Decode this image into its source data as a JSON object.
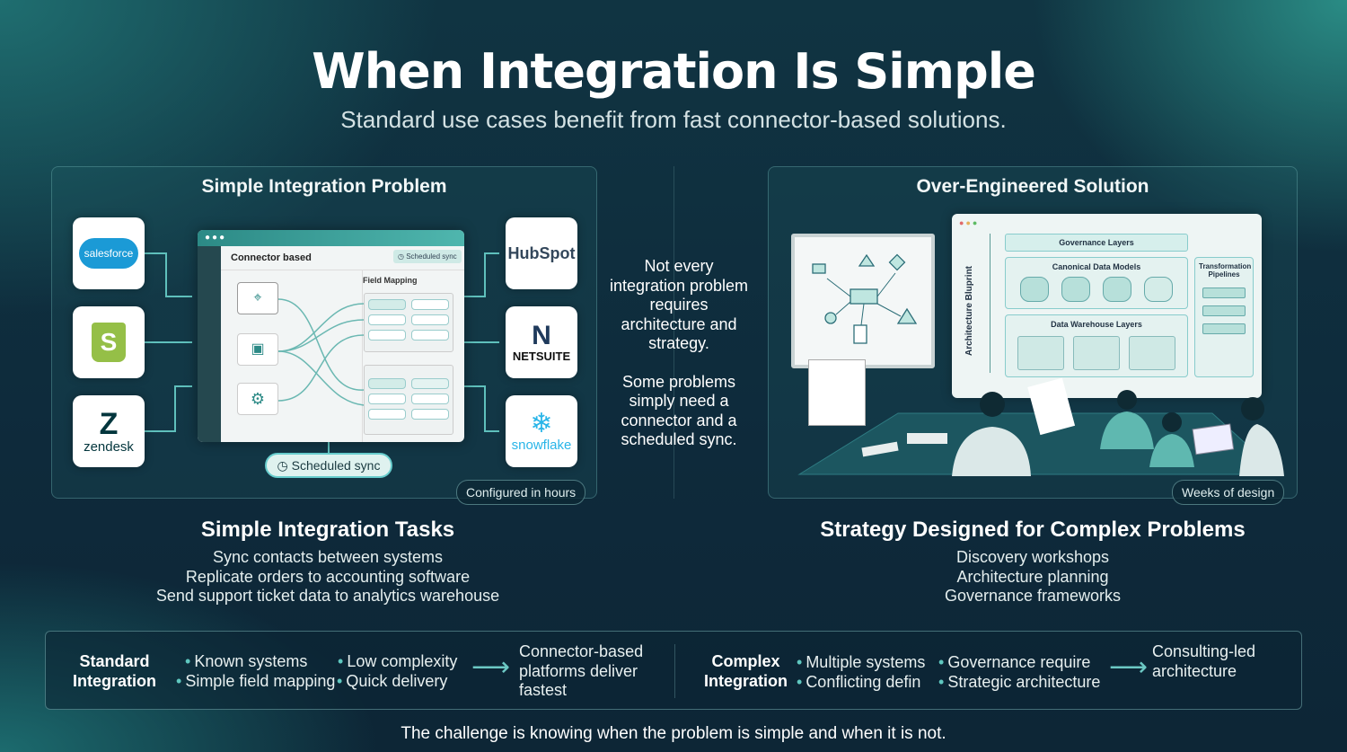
{
  "header": {
    "title": "When Integration Is Simple",
    "subtitle": "Standard use cases benefit from fast connector-based solutions."
  },
  "left_panel": {
    "title": "Simple Integration Problem",
    "sources": [
      "salesforce",
      "Shopify",
      "zendesk"
    ],
    "targets": [
      "HubSpot",
      "NETSUITE",
      "snowflake"
    ],
    "window": {
      "title": "Connector based",
      "sync_chip": "Scheduled sync",
      "field_mapping": "Field Mapping"
    },
    "sync_pill": "Scheduled sync",
    "badge": "Configured in hours"
  },
  "center": {
    "line1": "Not every integration problem requires architecture and strategy.",
    "line2": "Some problems simply need a connector and a scheduled sync."
  },
  "right_panel": {
    "title": "Over-Engineered Solution",
    "blueprint": {
      "side_label": "Architecture Bluprint",
      "governance": "Governance Layers",
      "canonical": "Canonical Data Models",
      "warehouse": "Data Warehouse Layers",
      "pipelines": "Transformation Pipelines"
    },
    "badge": "Weeks of design"
  },
  "left_section": {
    "heading": "Simple Integration Tasks",
    "items": [
      "Sync contacts between systems",
      "Replicate orders to accounting software",
      "Send support ticket data to analytics warehouse"
    ]
  },
  "right_section": {
    "heading": "Strategy Designed for Complex Problems",
    "items": [
      "Discovery workshops",
      "Architecture planning",
      "Governance frameworks"
    ]
  },
  "comparison": {
    "standard": {
      "label1": "Standard",
      "label2": "Integration",
      "bullets": [
        "Known systems",
        "Low complexity",
        "Simple field mapping",
        "Quick delivery"
      ],
      "result": [
        "Connector-based",
        "platforms deliver",
        "fastest"
      ]
    },
    "complex": {
      "label1": "Complex",
      "label2": "Integration",
      "bullets": [
        "Multiple systems",
        "Governance require",
        "Conflicting defin",
        "Strategic architecture"
      ],
      "result": [
        "Consulting-led",
        "architecture"
      ]
    }
  },
  "footer": "The challenge is knowing when the problem is simple and when it is not.",
  "colors": {
    "accent": "#5fc8c0",
    "bg": "#0e2a3b"
  }
}
